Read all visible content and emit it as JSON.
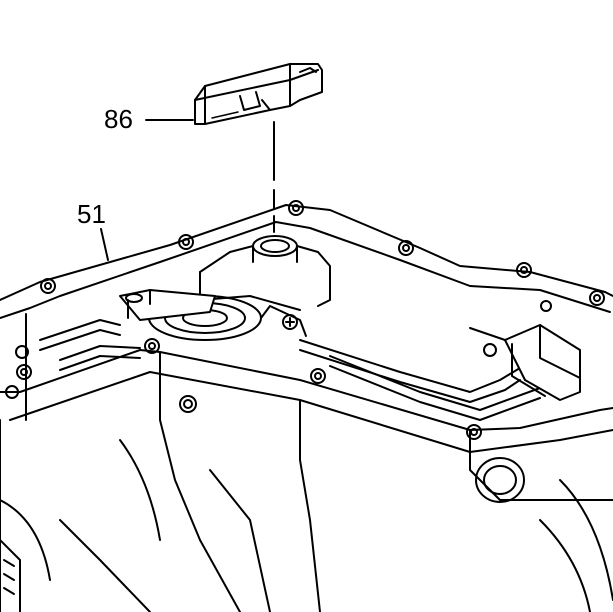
{
  "diagram": {
    "callouts": [
      {
        "id": "86",
        "text": "86"
      },
      {
        "id": "51",
        "text": "51"
      }
    ]
  },
  "colors": {
    "line": "#000000",
    "background": "#ffffff"
  }
}
